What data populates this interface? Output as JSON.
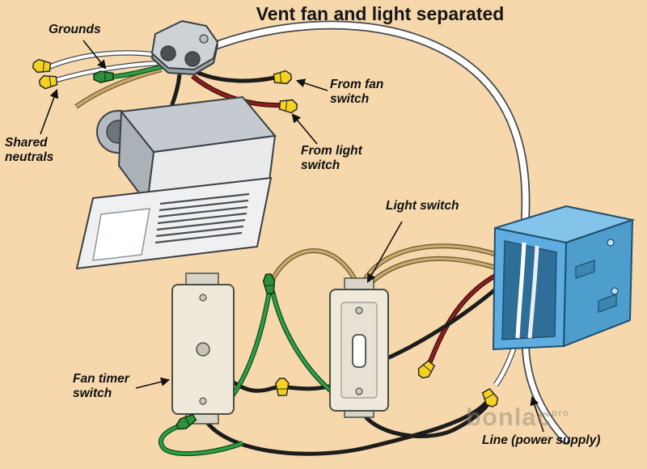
{
  "title": "Vent fan and light separated",
  "labels": {
    "grounds": "Grounds",
    "shared_neutrals": "Shared\nneutrals",
    "from_fan_switch": "From fan\nswitch",
    "from_light_switch": "From light\nswitch",
    "light_switch": "Light switch",
    "fan_timer_switch": "Fan timer\nswitch",
    "line_power_supply": "Line (power supply)"
  },
  "watermark": {
    "text": "bonlac",
    "suffix": "pro"
  },
  "colors": {
    "background": "#f6d8ac",
    "box_blue": "#4d9dcd",
    "box_blue_light": "#84c4ea",
    "wire_black": "#1c1c1c",
    "wire_red": "#8e1f1f",
    "wire_green": "#2f9e44",
    "wire_neutral": "#ffffff",
    "wire_bare": "#c9a96a",
    "connector_yellow": "#f4d21f",
    "connector_green": "#2e8f3c"
  }
}
